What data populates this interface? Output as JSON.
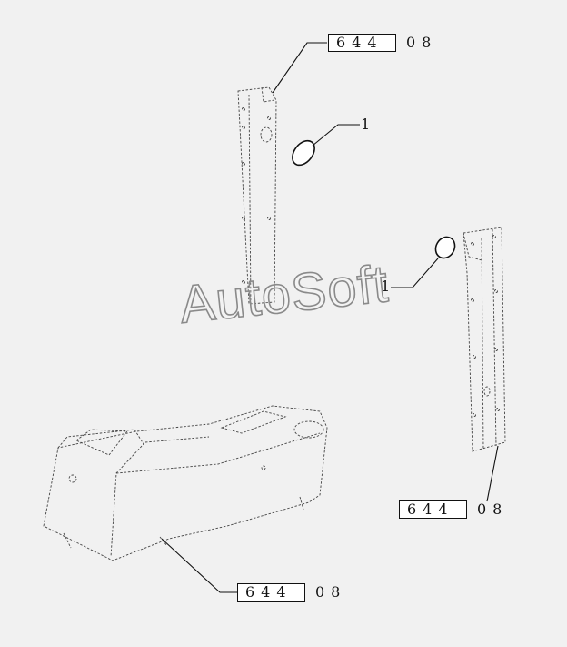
{
  "references": [
    {
      "code": "644",
      "suffix": "08"
    },
    {
      "code": "644",
      "suffix": "08"
    },
    {
      "code": "644",
      "suffix": "08"
    }
  ],
  "callouts": [
    "1",
    "1"
  ],
  "watermark": "AutoSoft"
}
